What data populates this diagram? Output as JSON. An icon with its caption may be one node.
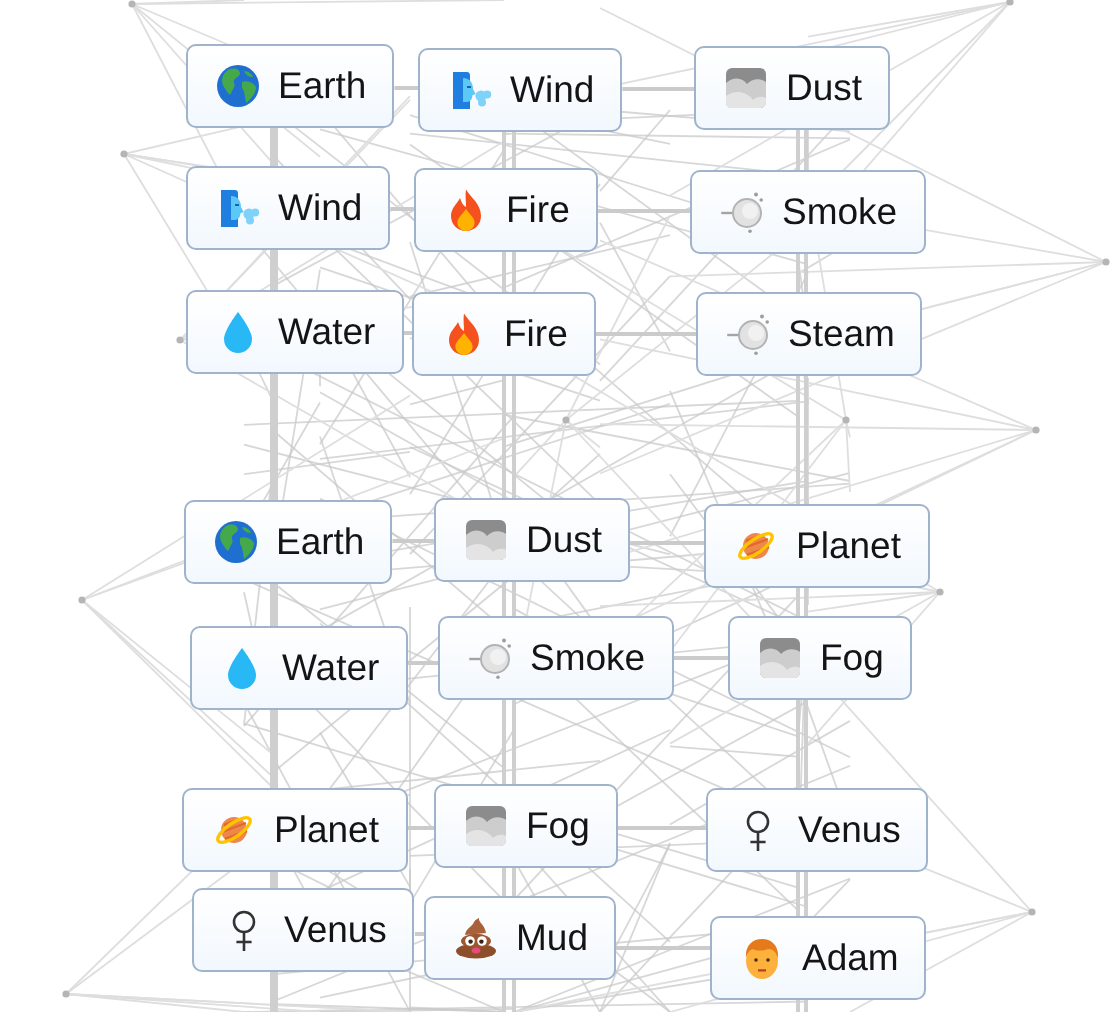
{
  "diagram": {
    "nodes": [
      {
        "text": [
          "Earth"
        ]
      },
      {
        "text": [
          "Wind"
        ]
      },
      {
        "text": [
          "Dust"
        ]
      },
      {
        "text": [
          "Wind"
        ]
      },
      {
        "text": [
          "Fire"
        ]
      },
      {
        "text": [
          "Smoke"
        ]
      },
      {
        "text": [
          "Water"
        ]
      },
      {
        "text": [
          "Fire"
        ]
      },
      {
        "text": [
          "Steam"
        ]
      },
      {
        "text": [
          "Earth"
        ]
      },
      {
        "text": [
          "Dust"
        ]
      },
      {
        "text": [
          "Planet"
        ]
      },
      {
        "text": [
          "Water"
        ]
      },
      {
        "text": [
          "Smoke"
        ]
      },
      {
        "text": [
          "Fog"
        ]
      },
      {
        "text": [
          "Planet"
        ]
      },
      {
        "text": [
          "Fog"
        ]
      },
      {
        "text": [
          "Venus"
        ]
      },
      {
        "text": [
          "Venus"
        ]
      },
      {
        "text": [
          "Mud"
        ]
      },
      {
        "text": [
          "Adam"
        ]
      }
    ],
    "edges": [
      {
        "from": 0,
        "to": 1,
        "arrow": "none"
      },
      {
        "from": 1,
        "to": 2,
        "arrow": "none"
      },
      {
        "from": 3,
        "to": 4,
        "arrow": "none"
      },
      {
        "from": 4,
        "to": 5,
        "arrow": "none"
      },
      {
        "from": 6,
        "to": 7,
        "arrow": "none"
      },
      {
        "from": 7,
        "to": 8,
        "arrow": "none"
      },
      {
        "from": 9,
        "to": 10,
        "arrow": "none"
      },
      {
        "from": 10,
        "to": 11,
        "arrow": "none"
      },
      {
        "from": 12,
        "to": 13,
        "arrow": "none"
      },
      {
        "from": 13,
        "to": 14,
        "arrow": "none"
      },
      {
        "from": 15,
        "to": 16,
        "arrow": "none"
      },
      {
        "from": 16,
        "to": 17,
        "arrow": "none"
      },
      {
        "from": 18,
        "to": 19,
        "arrow": "none"
      },
      {
        "from": 19,
        "to": 20,
        "arrow": "none"
      }
    ]
  }
}
